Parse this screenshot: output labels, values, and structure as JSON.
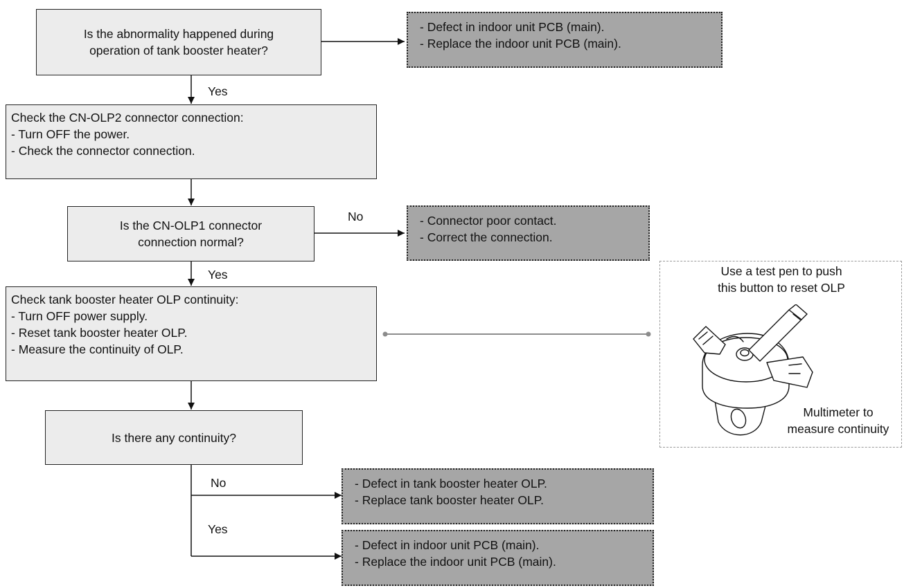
{
  "q1": {
    "lines": [
      "Is the abnormality happened during",
      "operation of tank booster heater?"
    ]
  },
  "r1": {
    "lines": [
      "- Defect in indoor unit PCB (main).",
      "- Replace the indoor unit PCB (main)."
    ]
  },
  "yes1": "Yes",
  "step1": {
    "lines": [
      "Check the CN-OLP2 connector connection:",
      "- Turn OFF the power.",
      "- Check the connector connection."
    ]
  },
  "q2": {
    "lines": [
      "Is the CN-OLP1 connector",
      "connection normal?"
    ]
  },
  "no2": "No",
  "r2": {
    "lines": [
      "- Connector poor contact.",
      "- Correct the connection."
    ]
  },
  "yes2": "Yes",
  "step2": {
    "lines": [
      "Check tank booster heater OLP continuity:",
      "- Turn OFF power supply.",
      "- Reset tank booster heater OLP.",
      "- Measure the continuity of OLP."
    ]
  },
  "figure": {
    "caption_top": [
      "Use a test pen to push",
      "this button to reset OLP"
    ],
    "caption_bottom": [
      "Multimeter to",
      "measure continuity"
    ]
  },
  "q3": {
    "lines": [
      "Is there any continuity?"
    ]
  },
  "no3": "No",
  "r3": {
    "lines": [
      "- Defect in tank booster heater OLP.",
      "- Replace tank booster heater OLP."
    ]
  },
  "yes3": "Yes",
  "r4": {
    "lines": [
      "- Defect in indoor unit PCB (main).",
      "- Replace the indoor unit PCB (main)."
    ]
  },
  "colors": {
    "decision_fill": "#ececec",
    "result_fill": "#a6a6a6",
    "line": "#111111",
    "connector_gray": "#8c8c8c"
  }
}
